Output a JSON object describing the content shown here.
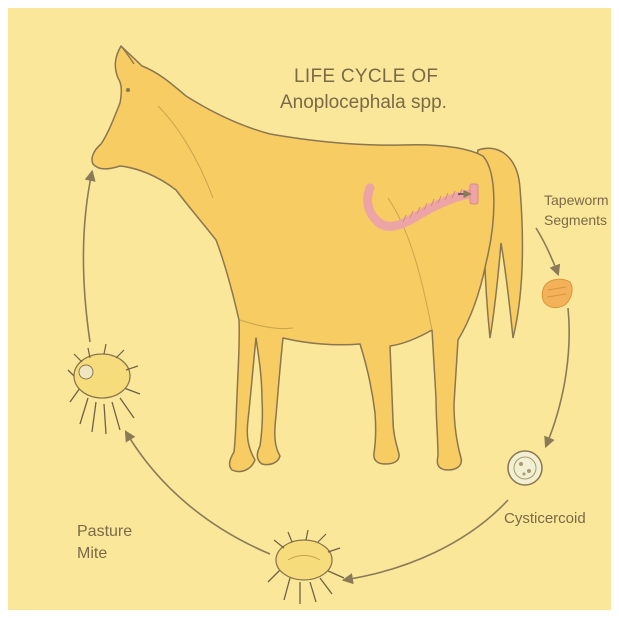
{
  "title": {
    "line1": "LIFE CYCLE OF",
    "line2": "Anoplocephala spp."
  },
  "stages": {
    "tapeworm_segments": {
      "line1": "Tapeworm",
      "line2": "Segments"
    },
    "cysticercoid": "Cysticercoid",
    "pasture_mite": {
      "line1": "Pasture",
      "line2": "Mite"
    }
  },
  "colors": {
    "background": "#fbe79a",
    "horse": "#f7cc63",
    "outline": "#8a7650",
    "tapeworm": "#eda4a4",
    "segments": "#f3b25a",
    "cycle_arrow": "#8a7a58"
  }
}
